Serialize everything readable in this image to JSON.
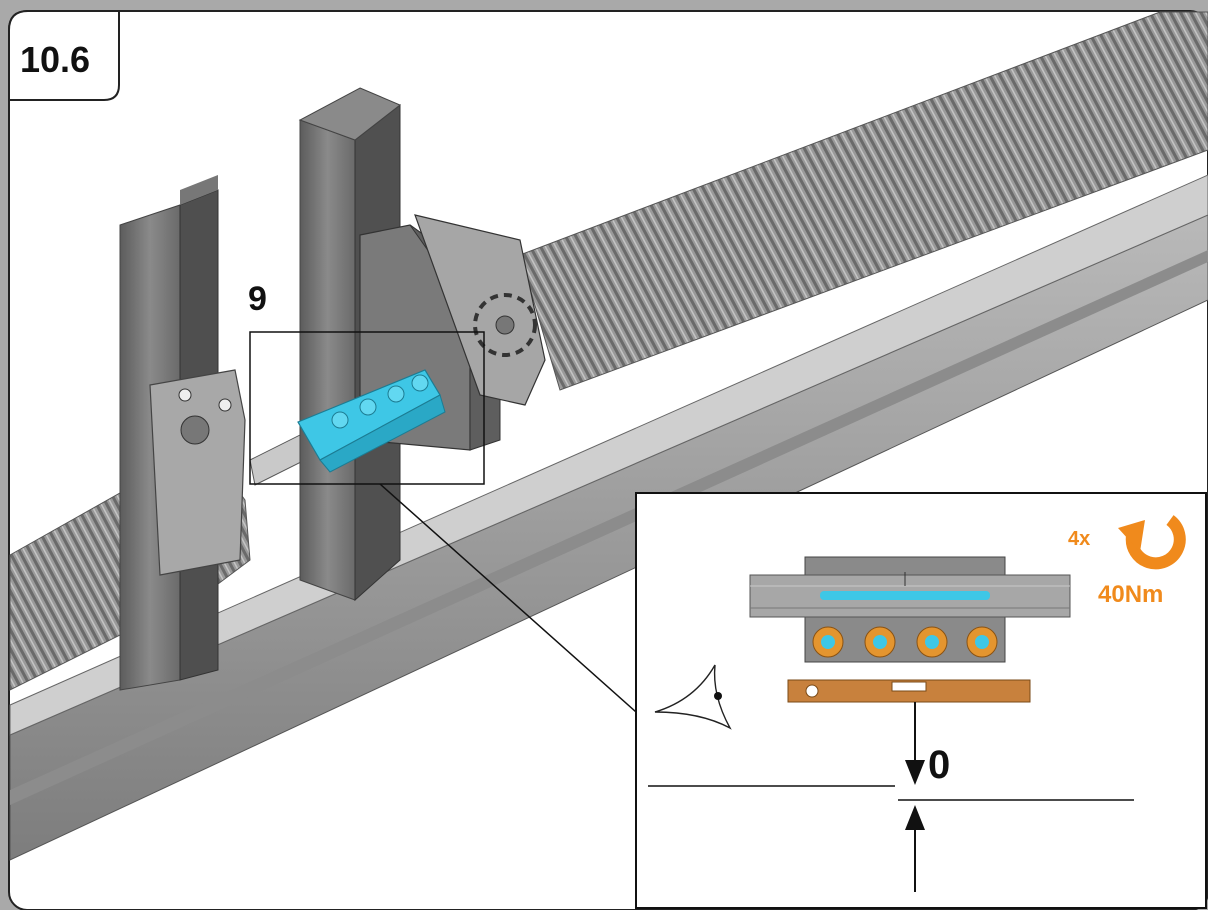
{
  "step": {
    "number": "10.6"
  },
  "callout": {
    "label": "9"
  },
  "detail": {
    "repeat": "4x",
    "torque": "40Nm",
    "gap_value": "0"
  },
  "colors": {
    "frame_bg": "#ffffff",
    "border": "#222222",
    "torque_orange": "#f08a1c",
    "coupler_cyan": "#3ec7e6",
    "spring_gray": "#8d8d8d",
    "steel_gray": "#6f6f6f",
    "level_brown": "#c8813d"
  }
}
